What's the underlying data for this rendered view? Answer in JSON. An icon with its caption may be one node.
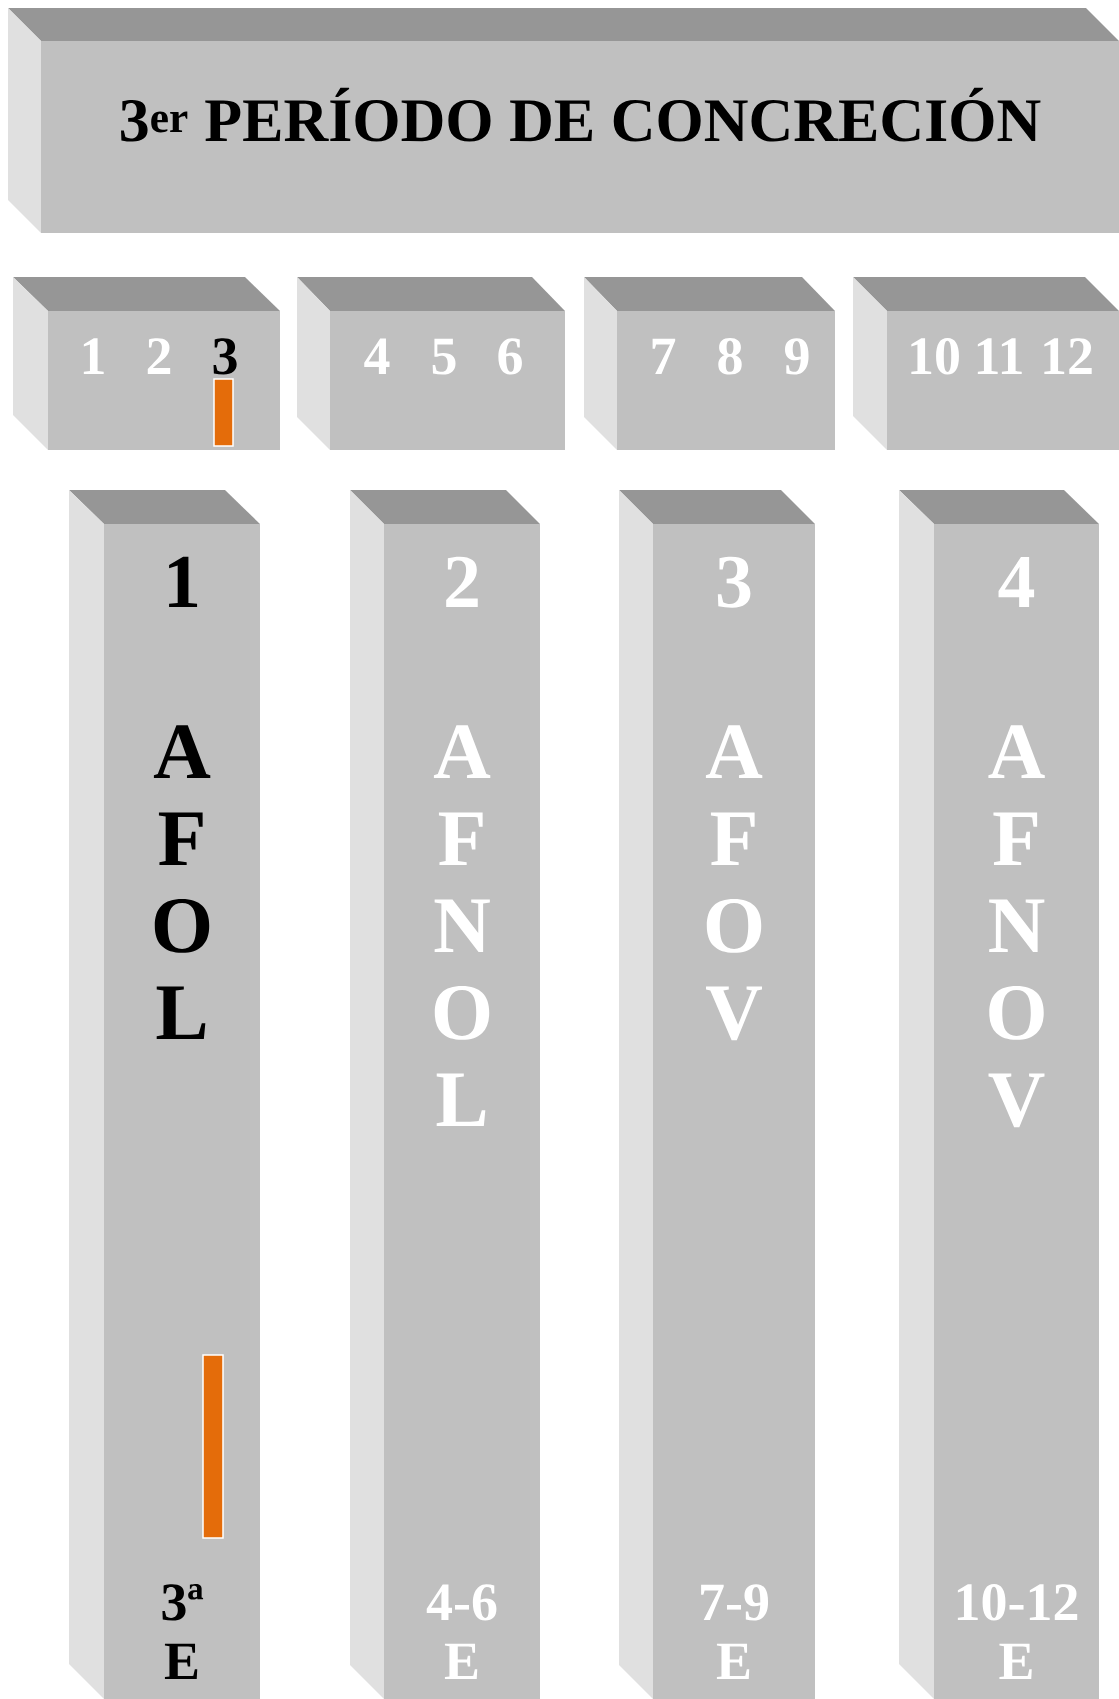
{
  "diagram": {
    "title": "3$^{er}$ PERÍODO DE CONCRECIÓN",
    "nodes": [
      {
        "text": [
          "1",
          "2",
          "3"
        ]
      },
      {
        "text": [
          "4",
          "5",
          "6"
        ]
      },
      {
        "text": [
          "7",
          "8",
          "9"
        ]
      },
      {
        "text": [
          "10",
          "11",
          "12"
        ]
      },
      {
        "text": [
          "1",
          "A F O L",
          "3ª",
          "E"
        ]
      },
      {
        "text": [
          "2",
          "A F N O L",
          "4-6",
          "E"
        ]
      },
      {
        "text": [
          "3",
          "A F O V",
          "7-9",
          "E"
        ]
      },
      {
        "text": [
          "4",
          "A F N O V",
          "10-12",
          "E"
        ]
      }
    ]
  }
}
